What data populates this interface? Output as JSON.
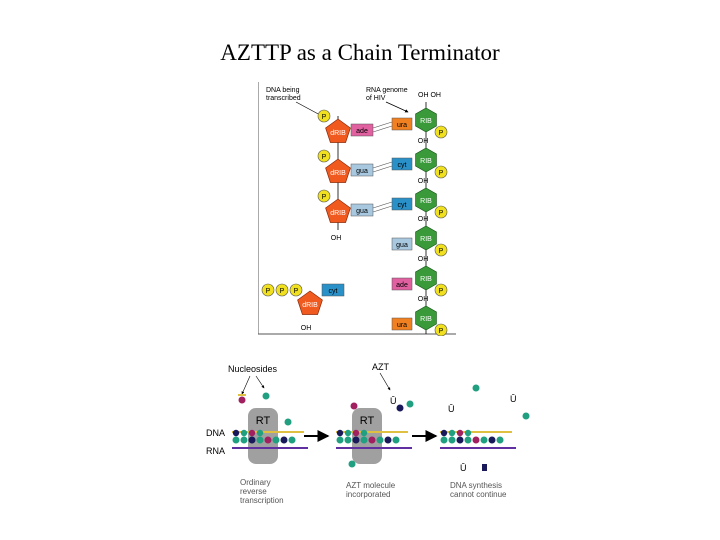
{
  "slide": {
    "title": "AZTTP as a Chain Terminator"
  },
  "top_diagram": {
    "label_dna": [
      "DNA being",
      "transcribed"
    ],
    "label_rna": [
      "RNA genome",
      "of HIV"
    ],
    "oh_oh": "OH OH",
    "oh": "OH",
    "p": "P",
    "drib": "dRIB",
    "rib": "RIB",
    "bases": {
      "ade": "ade",
      "ura": "ura",
      "gua": "gua",
      "cyt": "cyt"
    },
    "colors": {
      "orange": "#f05a1e",
      "green": "#3a9a3a",
      "phosphate": "#f0e020",
      "ade": "#e060a0",
      "ura": "#f08020",
      "gua": "#a8c8e0",
      "cyt": "#2a90c8"
    }
  },
  "bottom_diagram": {
    "label_nucleosides": "Nucleosides",
    "label_azt": "AZT",
    "label_dna": "DNA",
    "label_rna": "RNA",
    "rt": "RT",
    "caption_1": [
      "Ordinary",
      "reverse",
      "transcription"
    ],
    "caption_2": [
      "AZT molecule",
      "incorporated"
    ],
    "caption_3": [
      "DNA synthesis",
      "cannot continue"
    ],
    "colors": {
      "teal": "#20a080",
      "navy": "#1a1a5a",
      "magenta": "#a02060",
      "rt_gray": "#a0a0a0",
      "strand_yellow": "#e0c040",
      "strand_purple": "#6030a0"
    }
  }
}
